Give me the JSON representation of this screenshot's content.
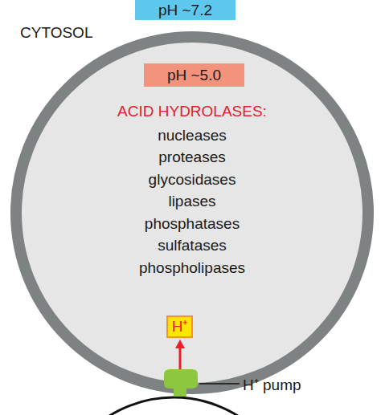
{
  "diagram": {
    "nodes": [
      {
        "text": [
          "pH ~7.2"
        ]
      },
      {
        "text": [
          "ACID HYDROLASES:",
          "nucleases",
          "proteases",
          "glycosidases",
          "lipases",
          "phosphatases",
          "sulfatases",
          "phospholipases"
        ]
      },
      {
        "text": [
          "pH ~5.0"
        ],
        "in": 1
      },
      {
        "text": [
          "H⁺"
        ],
        "in": 1
      }
    ],
    "labels": [
      "CYTOSOL",
      "H⁺ pump"
    ]
  }
}
